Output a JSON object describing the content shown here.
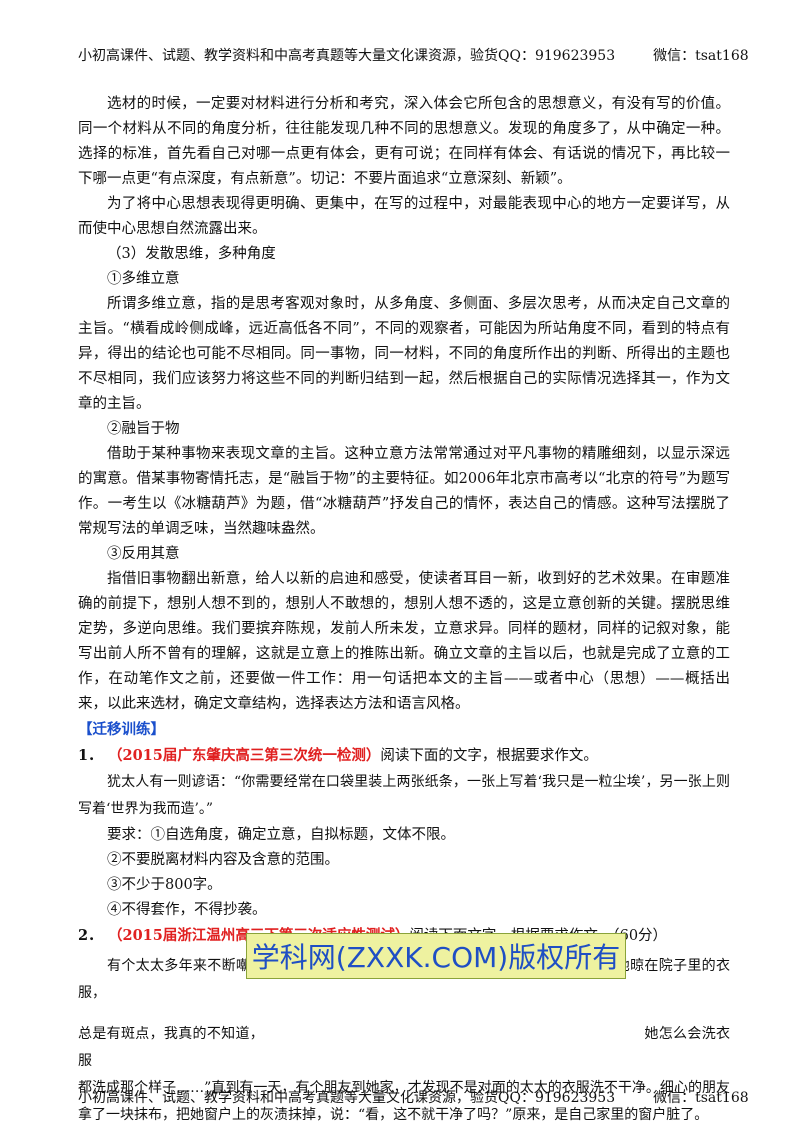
{
  "header": {
    "text": "小初高课件、试题、教学资料和中高考真题等大量文化课资源，验货QQ：919623953",
    "wechat": "微信：tsat168"
  },
  "paragraphs": {
    "p1": "选材的时候，一定要对材料进行分析和考究，深入体会它所包含的思想意义，有没有写的价值。同一个材料从不同的角度分析，往往能发现几种不同的思想意义。发现的角度多了，从中确定一种。选择的标准，首先看自己对哪一点更有体会，更有可说；在同样有体会、有话说的情况下，再比较一下哪一点更“有点深度，有点新意”。切记：不要片面追求“立意深刻、新颖”。",
    "p2": "为了将中心思想表现得更明确、更集中，在写的过程中，对最能表现中心的地方一定要详写，从而使中心思想自然流露出来。",
    "h3": "（3）发散思维，多种角度",
    "h3_1": "①多维立意",
    "p3": "所谓多维立意，指的是思考客观对象时，从多角度、多侧面、多层次思考，从而决定自己文章的主旨。“横看成岭侧成峰，远近高低各不同”，不同的观察者，可能因为所站角度不同，看到的特点有异，得出的结论也可能不尽相同。同一事物，同一材料，不同的角度所作出的判断、所得出的主题也不尽相同，我们应该努力将这些不同的判断归结到一起，然后根据自己的实际情况选择其一，作为文章的主旨。",
    "h3_2": "②融旨于物",
    "p4": "借助于某种事物来表现文章的主旨。这种立意方法常常通过对平凡事物的精雕细刻，以显示深远的寓意。借某事物寄情托志，是“融旨于物”的主要特征。如2006年北京市高考以“北京的符号”为题写作。一考生以《冰糖葫芦》为题，借“冰糖葫芦”抒发自己的情怀，表达自己的情感。这种写法摆脱了常规写法的单调乏味，当然趣味盎然。",
    "h3_3": "③反用其意",
    "p5": "指借旧事物翻出新意，给人以新的启迪和感受，使读者耳目一新，收到好的艺术效果。在审题准确的前提下，想别人想不到的，想别人不敢想的，想别人想不透的，这是立意创新的关键。摆脱思维定势，多逆向思维。我们要摈弃陈规，发前人所未发，立意求异。同样的题材，同样的记叙对象，能写出前人所不曾有的理解，这就是立意上的推陈出新。确立文章的主旨以后，也就是完成了立意的工作，在动笔作文之前，还要做一件工作：用一句话把本文的主旨——或者中心（思想）——概括出来，以此来选材，确定文章结构，选择表达方法和语言风格。"
  },
  "training": {
    "tag": "【迁移训练】",
    "q1": {
      "num": "1．",
      "source": "（2015届广东肇庆高三第三次统一检测）",
      "instruction": "阅读下面的文字，根据要求作文。",
      "material": "犹太人有一则谚语：“你需要经常在口袋里装上两张纸条，一张上写着‘我只是一粒尘埃’，另一张上则写着‘世界为我而造’。”",
      "req1": "要求：①自选角度，确定立意，自拟标题，文体不限。",
      "req2": "②不要脱离材料内容及含意的范围。",
      "req3": "③不少于800字。",
      "req4": "④不得套作，不得抄袭。"
    },
    "q2": {
      "num": "2．",
      "source": "（2015届浙江温州高三下第三次适应性测试）",
      "instruction": "阅读下面文字，根据要求作文。（60分）",
      "material_line1": "有个太太多年来不断嘲笑对面太太懒惰：“那个女人的衣服，永远洗不干净。看，她晾在院子里的衣服，",
      "material_line2a": "总是有斑点，我真的不知道，",
      "material_line2b": "她怎么会洗衣服",
      "material_rest": "都洗成那个样子……”直到有一天，有个朋友到她家，才发现不是对面的太太的衣服洗不干净。细心的朋友拿了一块抹布，把她窗户上的灰渍抹掉，说：“看，这不就干净了吗？”原来，是自己家里的窗户脏了。"
    }
  },
  "watermark": "学科网(ZXXK.COM)版权所有",
  "footer": {
    "text": "小初高课件、试题、教学资料和中高考真题等大量文化课资源，验货QQ：919623953",
    "wechat": "微信：tsat168"
  }
}
